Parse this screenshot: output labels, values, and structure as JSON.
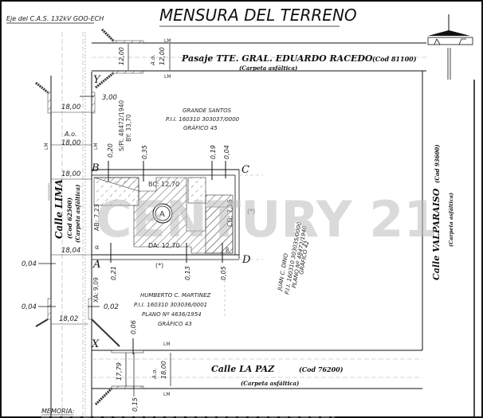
{
  "title": "MENSURA DEL TERRENO",
  "header_note": "Eje del C.A.S. 132kV GOO-ECH",
  "watermark": "CENTURY 21",
  "streets": {
    "top": {
      "name": "Pasaje  TTE.  GRAL.  EDUARDO  RACEDO",
      "code": "(Cod  81100)",
      "surface": "(Carpeta  asfáltica)",
      "width_left": "12,00",
      "ao_label": "A.o.",
      "ao_value": "12,00",
      "lm": "LM"
    },
    "left": {
      "name": "Calle  LIMA",
      "code": "(Cod  62500)",
      "surface": "(Carpeta  asfáltica)"
    },
    "right": {
      "name": "Calle  VALPARAISO",
      "code": "(Cod  93600)",
      "surface": "(Carpeta  asfáltica)"
    },
    "bottom": {
      "name": "Calle  LA  PAZ",
      "code": "(Cod  76200)",
      "surface": "(Carpeta  asfáltica)",
      "width_left": "17,79",
      "ao_label": "A.o.",
      "ao_value": "18,00",
      "lm": "LM"
    }
  },
  "left_dimensions": {
    "d1": "18,00",
    "ao_label": "A.o.",
    "ao_value": "18,00",
    "d2": "18,00",
    "d3": "18,04",
    "d4": "18,02",
    "off1": "0,04",
    "off2": "0,04",
    "off_right": "0,02",
    "corner_y": "3,00",
    "lm": "LM"
  },
  "vertices": {
    "y": "Y",
    "x": "X",
    "b": "B",
    "c": "C",
    "a": "A",
    "d": "D",
    "alpha": "α",
    "beta": "β"
  },
  "lot": {
    "label": "A",
    "bc": "BC: 12,70",
    "da": "DA: 12,70",
    "ab": "AB: 7,23",
    "cd": "CD: 7,16",
    "note_right": "(*)",
    "note_below": "(*)"
  },
  "offsets_top": [
    "0,20",
    "0,35",
    "0,19",
    "0,04"
  ],
  "offsets_bottom": [
    "0,21",
    "0,13",
    "0,05"
  ],
  "offsets_x": {
    "xa": "XA: 9,09",
    "near_x": "0,06",
    "bottom_lm": "0,15"
  },
  "neighbors": {
    "north": {
      "owner": "GRANDE  SANTOS",
      "pii": "P.I.I.  160310  303037/0000",
      "grafico": "GRÁFICO  45"
    },
    "sipl": {
      "line1": "S/Pl. 48472/1940",
      "line2": "BY: 33,70"
    },
    "south": {
      "owner": "HUMBERTO  C.  MARTINEZ",
      "pii": "P.I.I.  160310  303036/0001",
      "plano": "PLANO  Nº  4636/1954",
      "grafico": "GRÁFICO  43"
    },
    "east": {
      "owner": "JUAN  C.  DINO",
      "pii": "P.I.I.  160310  303035/0000",
      "plano": "PLANO  Nº  48472/1940",
      "grafico": "GRÁFICO  42"
    }
  },
  "memoria_label": "MEMORIA:",
  "colors": {
    "line": "#111111",
    "dash": "#9a9a9a",
    "hatch": "#555555",
    "watermark": "#bdbdbd"
  }
}
